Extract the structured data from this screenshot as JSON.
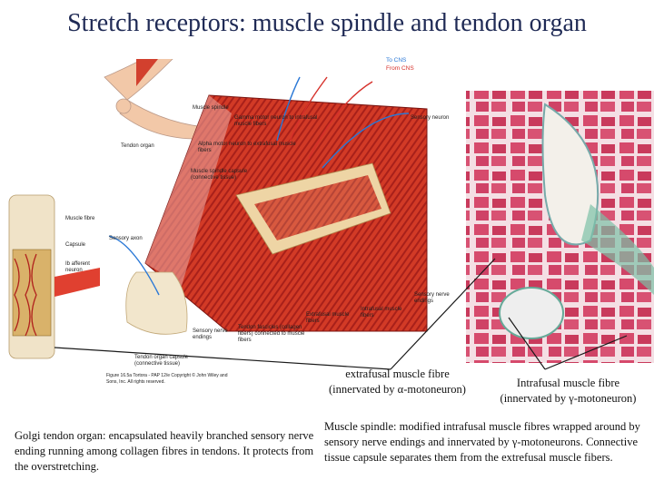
{
  "title": "Stretch receptors: muscle spindle and tendon organ",
  "diagram_labels": {
    "legend_to_cns": "To CNS",
    "legend_from_cns": "From CNS",
    "muscle_spindle": "Muscle spindle",
    "tendon_organ": "Tendon organ",
    "gamma_motor": "Gamma motor neuron to intrafusal muscle fibers",
    "alpha_motor": "Alpha motor neuron to extrafusal muscle fibers",
    "spindle_capsule": "Muscle spindle capsule (connective tissue)",
    "sensory_axon": "Sensory axon",
    "sensory_neuron": "Sensory neuron",
    "sensory_nerve_endings": "Sensory nerve endings",
    "intrafusal_fibers": "Intrafusal muscle fibers",
    "extrafusal_fibers": "Extrafusal muscle fibers",
    "tendon_fascicles": "Tendon fascicles (collagen fibers) connected to muscle fibers",
    "tendon_organ_capsule": "Tendon organ capsule (connective tissue)",
    "sensory_nerve_endings_2": "Sensory nerve endings",
    "figure_credit": "Figure 16.5a Tortora - PAP 12/e  Copyright © John Wiley and Sons, Inc. All rights reserved.",
    "muscle_fibre": "Muscle fibre",
    "capsule": "Capsule",
    "afferent_neuron": "Ib afferent neuron"
  },
  "captions": {
    "extrafusal": "extrafusal muscle fibre\n(innervated by α-motoneuron)",
    "intrafusal": "Intrafusal muscle fibre\n(innervated by γ-motoneuron)",
    "golgi": "Golgi tendon organ: encapsulated heavily branched sensory nerve ending running among collagen fibres in tendons. It protects from the overstretching.",
    "spindle": "Muscle spindle: modified intrafusal muscle fibres wrapped around by sensory nerve endings and innervated by γ-motoneurons.  Connective tissue capsule separates them from the extrefusal muscle fibers."
  },
  "colors": {
    "title": "#1f2a55",
    "muscle": "#c8281e",
    "tendon": "#f2e6cc",
    "to_cns": "#2a78d6",
    "from_cns": "#d6302a"
  }
}
